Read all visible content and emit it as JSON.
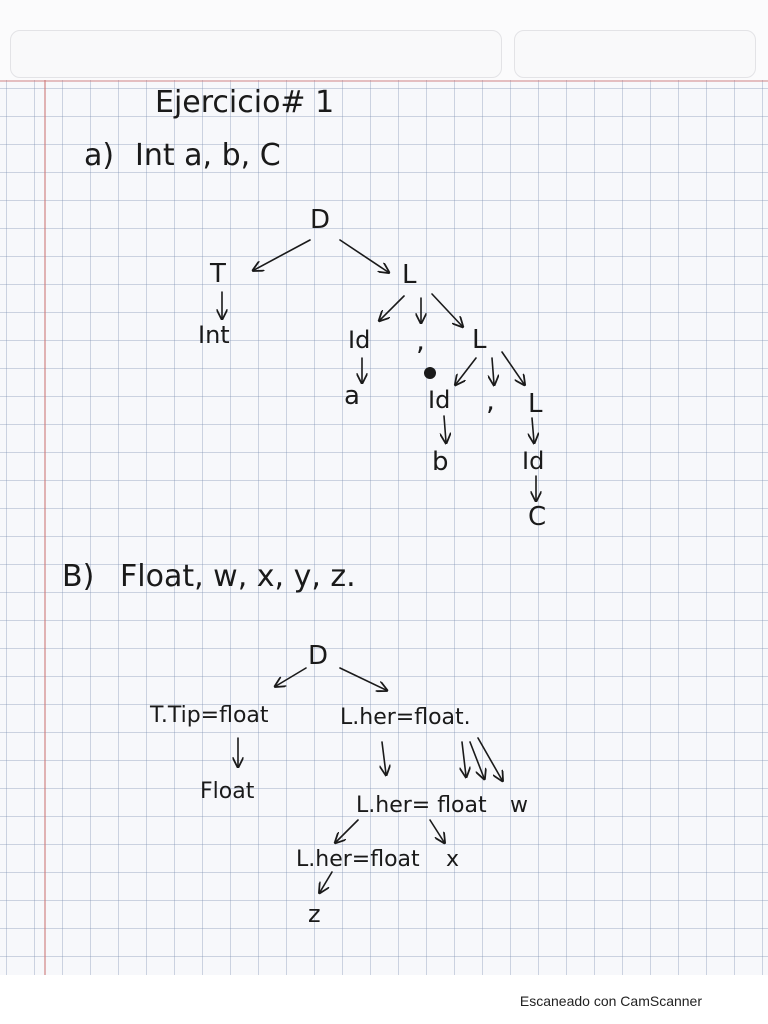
{
  "title": "Ejercicio# 1",
  "part_a": {
    "label": "a)",
    "statement": "Int a, b, C",
    "tree": {
      "D": "D",
      "T": "T",
      "Int": "Int",
      "L1": "L",
      "Id1": "Id",
      "comma1": ",",
      "L2": "L",
      "a": "a",
      "Id2": "Id",
      "comma2": ",",
      "L3": "L",
      "b": "b",
      "Id3": "Id",
      "c": "C"
    }
  },
  "part_b": {
    "label": "B)",
    "statement": "Float, w, x, y, z.",
    "tree": {
      "D": "D",
      "tip": "T.Tip=float",
      "float": "Float",
      "her1": "L.her=float.",
      "her2": "L.her= float",
      "w": "w",
      "her3": "L.her=float",
      "x": "x",
      "z": "z"
    }
  },
  "watermark": "Escaneado con CamScanner",
  "colors": {
    "ink": "#1a1a1a",
    "grid": "#7c8caf",
    "margin": "#cd7878"
  }
}
